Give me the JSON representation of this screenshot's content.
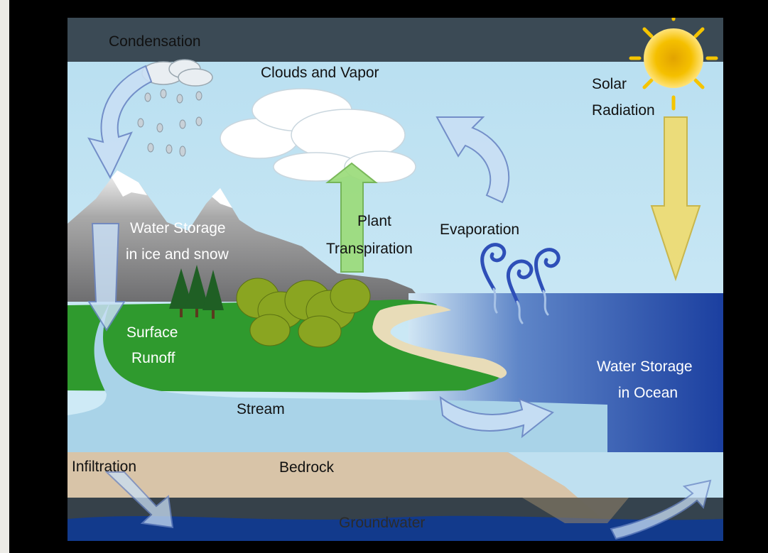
{
  "diagram": {
    "colors": {
      "frame": "#000000",
      "left_margin": "#ecebe6",
      "top_band": "#3b4a55",
      "sky": "#bfe3f2",
      "land": "#2f9a2e",
      "ocean": "#1b3fa0",
      "stream": "#a9d3e8",
      "bedrock": "#d8c4a8",
      "groundwater_band": "#2d3a44",
      "groundwater": "#123a8c",
      "sun": "#f5c000",
      "transpiration_arrow": "#9bdc7a",
      "radiation_arrow": "#f0dc6e",
      "flow_arrow": "#c9dff5"
    },
    "icons": [
      "sun-icon",
      "cloud-icon",
      "mountain-icon",
      "tree-icon",
      "vapor-swirl-icon"
    ],
    "labels": {
      "condensation": "Condensation",
      "clouds": "Clouds and Vapor",
      "solar_1": "Solar",
      "solar_2": "Radiation",
      "storage_ice_1": "Water Storage",
      "storage_ice_2": "in ice and snow",
      "plant_1": "Plant",
      "plant_2": "Transpiration",
      "evaporation": "Evaporation",
      "surface_1": "Surface",
      "surface_2": "Runoff",
      "ocean_1": "Water Storage",
      "ocean_2": "in Ocean",
      "stream": "Stream",
      "infiltration": "Infiltration",
      "bedrock": "Bedrock",
      "groundwater": "Groundwater"
    }
  }
}
